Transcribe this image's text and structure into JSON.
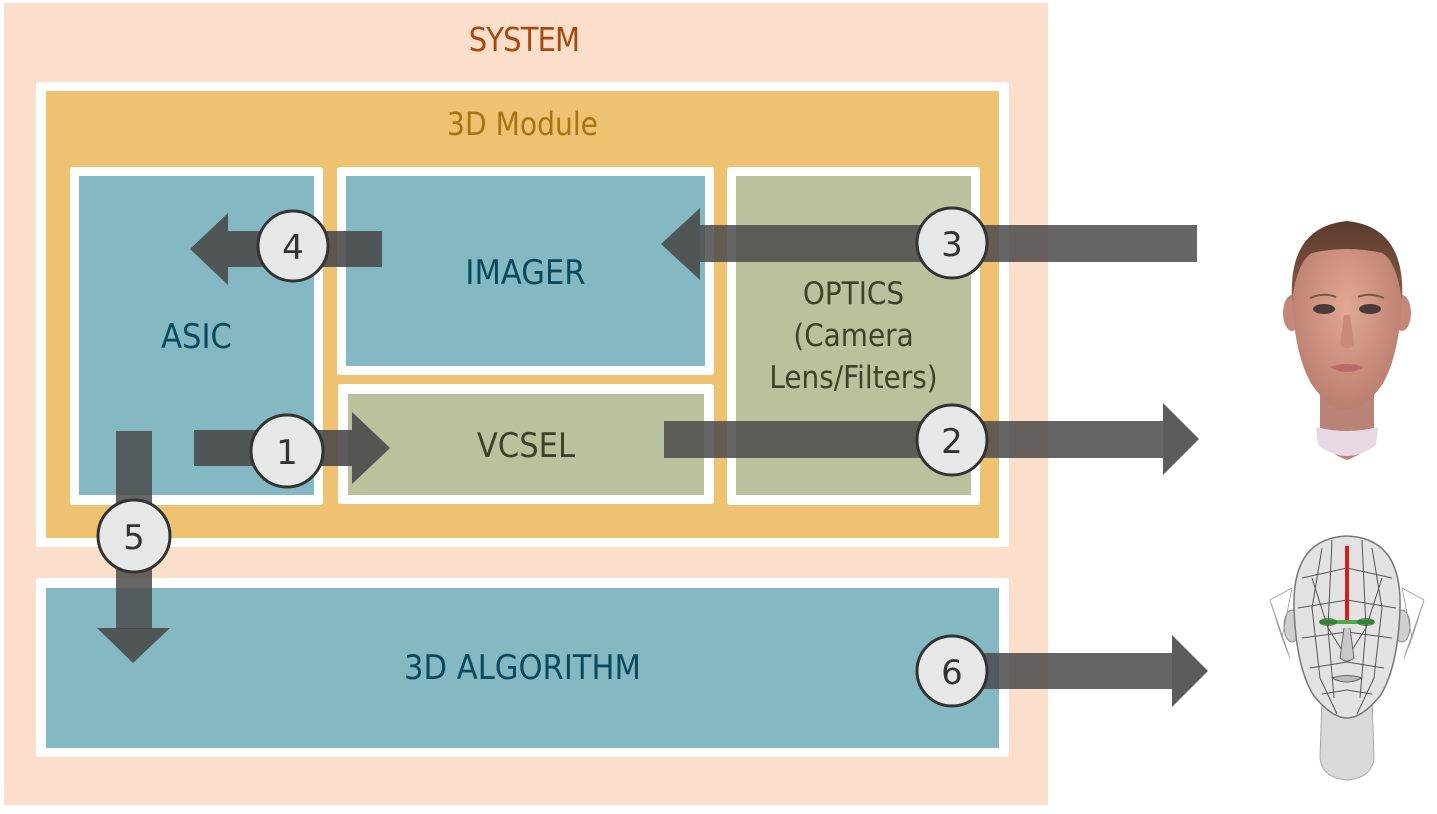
{
  "system": {
    "title": "SYSTEM"
  },
  "module": {
    "title": "3D Module"
  },
  "blocks": {
    "asic": "ASIC",
    "imager": "IMAGER",
    "vcsel": "VCSEL",
    "optics": [
      "OPTICS",
      "(Camera",
      "Lens/Filters)"
    ],
    "algorithm": "3D ALGORITHM"
  },
  "steps": [
    {
      "number": "1",
      "from": "ASIC",
      "to": "VCSEL"
    },
    {
      "number": "2",
      "from": "VCSEL",
      "to": "Face (subject)"
    },
    {
      "number": "3",
      "from": "Face (subject)",
      "to": "IMAGER"
    },
    {
      "number": "4",
      "from": "IMAGER",
      "to": "ASIC"
    },
    {
      "number": "5",
      "from": "ASIC",
      "to": "3D ALGORITHM"
    },
    {
      "number": "6",
      "from": "3D ALGORITHM",
      "to": "3D face mesh"
    }
  ],
  "images": {
    "subject": "face-photo-icon",
    "output": "face-mesh-icon"
  },
  "colors": {
    "system_bg": "#fbdfcb",
    "module_bg": "#eec270",
    "teal_block": "#84b8c3",
    "olive_block": "#b9c29c",
    "arrow": "#4a4a4a",
    "badge_fill": "#e6e7e7"
  }
}
